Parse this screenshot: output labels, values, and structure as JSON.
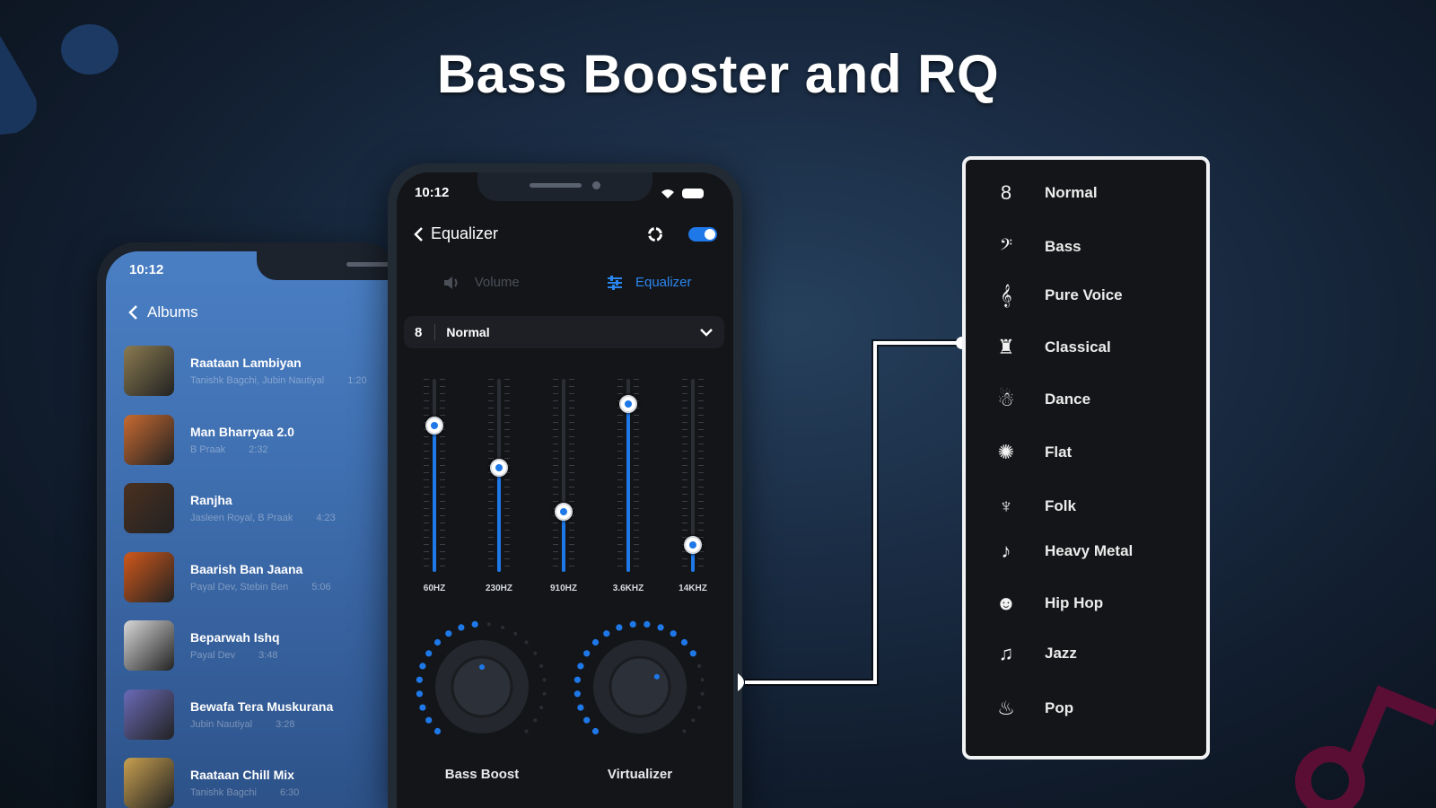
{
  "title": "Bass Booster and RQ",
  "colors": {
    "accent": "#1e78e8",
    "list_bg": "#3f6fb0",
    "panel_bg": "#141518",
    "deco_pink": "#6a0f3a",
    "deco_blue": "#1c3a64"
  },
  "albums_phone": {
    "status_time": "10:12",
    "header": {
      "back_icon": "chevron-left-icon",
      "title": "Albums"
    },
    "tracks": [
      {
        "title": "Raataan Lambiyan",
        "artist": "Tanishk Bagchi, Jubin Nautiyal",
        "duration": "1:20",
        "thumb_color": "#8a7a50"
      },
      {
        "title": "Man Bharryaa 2.0",
        "artist": "B Praak",
        "duration": "2:32",
        "thumb_color": "#c86a30"
      },
      {
        "title": "Ranjha",
        "artist": "Jasleen Royal, B Praak",
        "duration": "4:23",
        "thumb_color": "#4a3020"
      },
      {
        "title": "Baarish Ban Jaana",
        "artist": "Payal Dev, Stebin Ben",
        "duration": "5:06",
        "thumb_color": "#d0581a"
      },
      {
        "title": "Beparwah Ishq",
        "artist": "Payal Dev",
        "duration": "3:48",
        "thumb_color": "#d8d8d8"
      },
      {
        "title": "Bewafa Tera Muskurana",
        "artist": "Jubin Nautiyal",
        "duration": "3:28",
        "thumb_color": "#6a6ab8"
      },
      {
        "title": "Raataan Chill Mix",
        "artist": "Tanishk Bagchi",
        "duration": "6:30",
        "thumb_color": "#c8a050"
      }
    ]
  },
  "equalizer_phone": {
    "status_time": "10:12",
    "header": {
      "back_icon": "chevron-left-icon",
      "title": "Equalizer",
      "reset_icon": "reset-icon",
      "enabled": true
    },
    "tabs": [
      {
        "label": "Volume",
        "icon": "volume-icon",
        "active": false
      },
      {
        "label": "Equalizer",
        "icon": "equalizer-sliders-icon",
        "active": true
      }
    ],
    "preset": {
      "icon": "normal-icon",
      "value": "Normal",
      "chevron": "chevron-down-icon"
    },
    "bands": [
      {
        "label": "60HZ",
        "level": 0.76
      },
      {
        "label": "230HZ",
        "level": 0.54
      },
      {
        "label": "910HZ",
        "level": 0.31
      },
      {
        "label": "3.6KHZ",
        "level": 0.87
      },
      {
        "label": "14KHZ",
        "level": 0.14
      }
    ],
    "dials": [
      {
        "label": "Bass Boost",
        "level": 0.5
      },
      {
        "label": "Virtualizer",
        "level": 0.72
      }
    ]
  },
  "presets_panel": {
    "items": [
      {
        "label": "Normal",
        "icon": "normal-icon",
        "glyph": "8"
      },
      {
        "label": "Bass",
        "icon": "bass-clef-icon",
        "glyph": "𝄢"
      },
      {
        "label": "Pure Voice",
        "icon": "treble-clef-icon",
        "glyph": "𝄞"
      },
      {
        "label": "Classical",
        "icon": "piano-icon",
        "glyph": "♜"
      },
      {
        "label": "Dance",
        "icon": "dance-icon",
        "glyph": "☃"
      },
      {
        "label": "Flat",
        "icon": "flat-icon",
        "glyph": "✺"
      },
      {
        "label": "Folk",
        "icon": "folk-icon",
        "glyph": "♆"
      },
      {
        "label": "Heavy Metal",
        "icon": "guitar-icon",
        "glyph": "♪"
      },
      {
        "label": "Hip Hop",
        "icon": "hip-hop-icon",
        "glyph": "☻"
      },
      {
        "label": "Jazz",
        "icon": "saxophone-icon",
        "glyph": "♫"
      },
      {
        "label": "Pop",
        "icon": "flame-icon",
        "glyph": "♨"
      }
    ]
  }
}
